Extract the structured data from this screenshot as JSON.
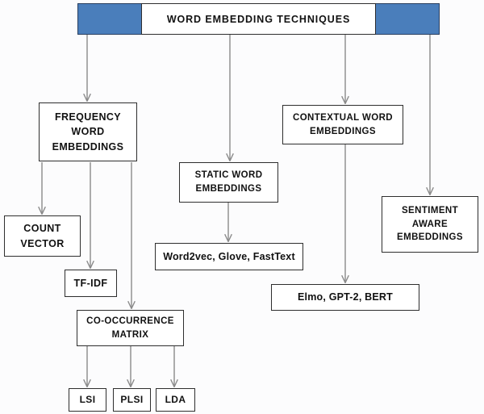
{
  "diagram": {
    "title": "WORD EMBEDDING TECHNIQUES",
    "accent_color": "#4a7ebb",
    "node_border_color": "#2e2e2e",
    "edge_color": "#8a8a8a",
    "background_color": "#fcfcfd",
    "banner": {
      "label": "WORD EMBEDDING TECHNIQUES"
    },
    "nodes": {
      "frequency": {
        "line1": "FREQUENCY",
        "line2": "WORD",
        "line3": "EMBEDDINGS"
      },
      "static": {
        "line1": "STATIC WORD",
        "line2": "EMBEDDINGS"
      },
      "contextual": {
        "line1": "CONTEXTUAL  WORD",
        "line2": "EMBEDDINGS"
      },
      "sentiment": {
        "line1": "SENTIMENT",
        "line2": "AWARE",
        "line3": "EMBEDDINGS"
      },
      "count_vector": {
        "line1": "COUNT",
        "line2": "VECTOR"
      },
      "tfidf": {
        "line1": "TF-IDF"
      },
      "cooccurrence": {
        "line1": "CO-OCCURRENCE",
        "line2": "MATRIX"
      },
      "static_models": {
        "line1": "Word2vec,  Glove, FastText"
      },
      "contextual_models": {
        "line1": "Elmo, GPT-2, BERT"
      },
      "lsi": {
        "line1": "LSI"
      },
      "plsi": {
        "line1": "PLSI"
      },
      "lda": {
        "line1": "LDA"
      }
    },
    "edges": [
      {
        "from": "banner",
        "to": "frequency"
      },
      {
        "from": "banner",
        "to": "static"
      },
      {
        "from": "banner",
        "to": "contextual"
      },
      {
        "from": "banner",
        "to": "sentiment"
      },
      {
        "from": "frequency",
        "to": "count_vector"
      },
      {
        "from": "frequency",
        "to": "tfidf"
      },
      {
        "from": "frequency",
        "to": "cooccurrence"
      },
      {
        "from": "static",
        "to": "static_models"
      },
      {
        "from": "contextual",
        "to": "contextual_models"
      },
      {
        "from": "cooccurrence",
        "to": "lsi"
      },
      {
        "from": "cooccurrence",
        "to": "plsi"
      },
      {
        "from": "cooccurrence",
        "to": "lda"
      }
    ]
  }
}
